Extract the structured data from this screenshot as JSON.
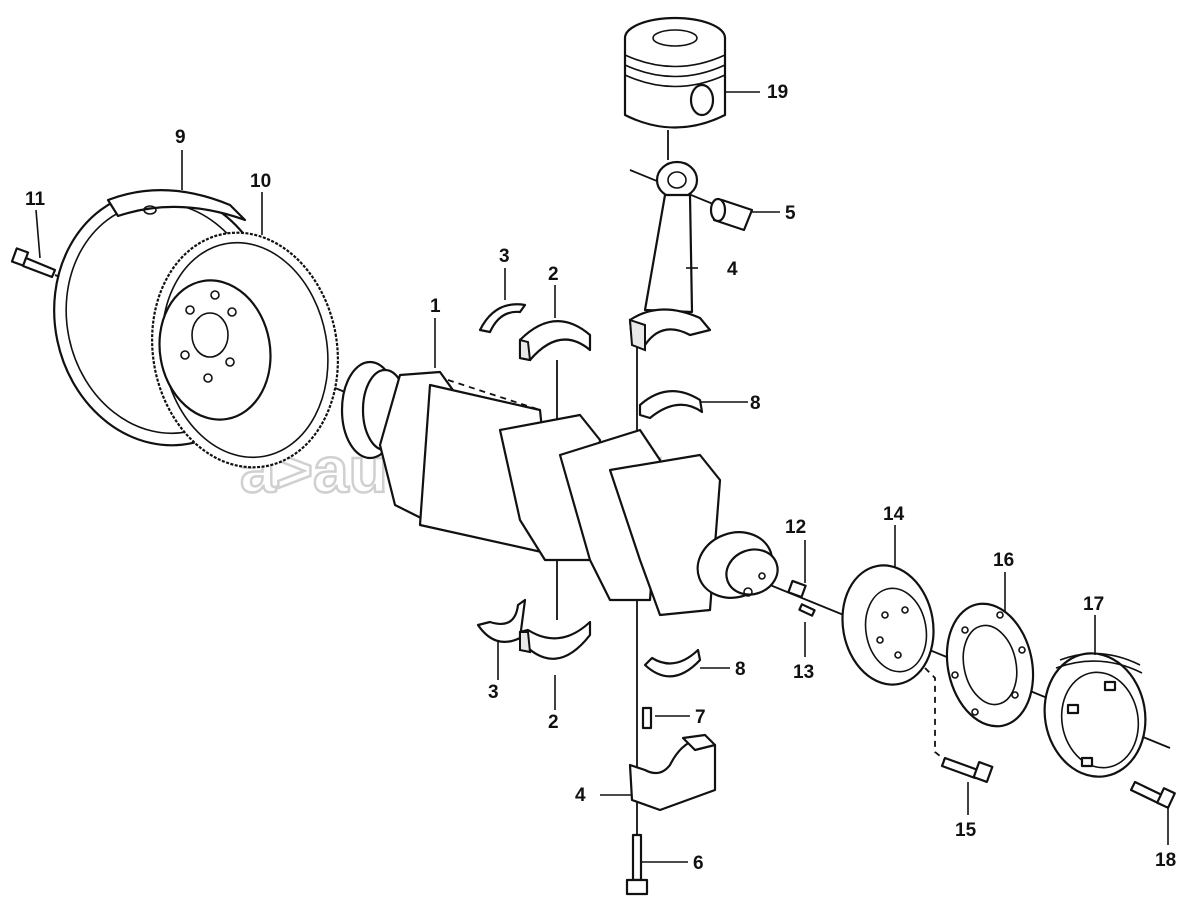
{
  "diagram": {
    "type": "exploded-parts-diagram",
    "callouts": [
      {
        "id": "c1",
        "label": "1"
      },
      {
        "id": "c2a",
        "label": "2"
      },
      {
        "id": "c2b",
        "label": "2"
      },
      {
        "id": "c3a",
        "label": "3"
      },
      {
        "id": "c3b",
        "label": "3"
      },
      {
        "id": "c4a",
        "label": "4"
      },
      {
        "id": "c4b",
        "label": "4"
      },
      {
        "id": "c5",
        "label": "5"
      },
      {
        "id": "c6",
        "label": "6"
      },
      {
        "id": "c7",
        "label": "7"
      },
      {
        "id": "c8a",
        "label": "8"
      },
      {
        "id": "c8b",
        "label": "8"
      },
      {
        "id": "c9",
        "label": "9"
      },
      {
        "id": "c10",
        "label": "10"
      },
      {
        "id": "c11",
        "label": "11"
      },
      {
        "id": "c12",
        "label": "12"
      },
      {
        "id": "c13",
        "label": "13"
      },
      {
        "id": "c14",
        "label": "14"
      },
      {
        "id": "c15",
        "label": "15"
      },
      {
        "id": "c16",
        "label": "16"
      },
      {
        "id": "c17",
        "label": "17"
      },
      {
        "id": "c18",
        "label": "18"
      },
      {
        "id": "c19",
        "label": "19"
      }
    ],
    "watermark": "a>autopiter.ru",
    "line_color": "#111111",
    "background": "#ffffff"
  }
}
